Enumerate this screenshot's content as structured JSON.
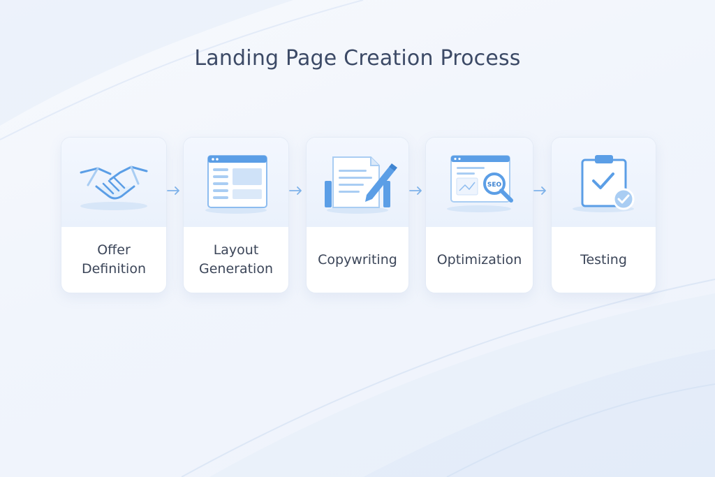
{
  "title": "Landing Page Creation Process",
  "colors": {
    "accent": "#5b9ee6",
    "accent_light": "#a9cdf3",
    "title": "#3c4a66",
    "text": "#3b4558"
  },
  "steps": [
    {
      "label": "Offer Definition",
      "icon": "handshake-icon"
    },
    {
      "label": "Layout Generation",
      "icon": "browser-layout-icon"
    },
    {
      "label": "Copywriting",
      "icon": "document-pen-icon"
    },
    {
      "label": "Optimization",
      "icon": "seo-magnifier-icon"
    },
    {
      "label": "Testing",
      "icon": "clipboard-check-icon"
    }
  ],
  "seo_badge": "SEO"
}
